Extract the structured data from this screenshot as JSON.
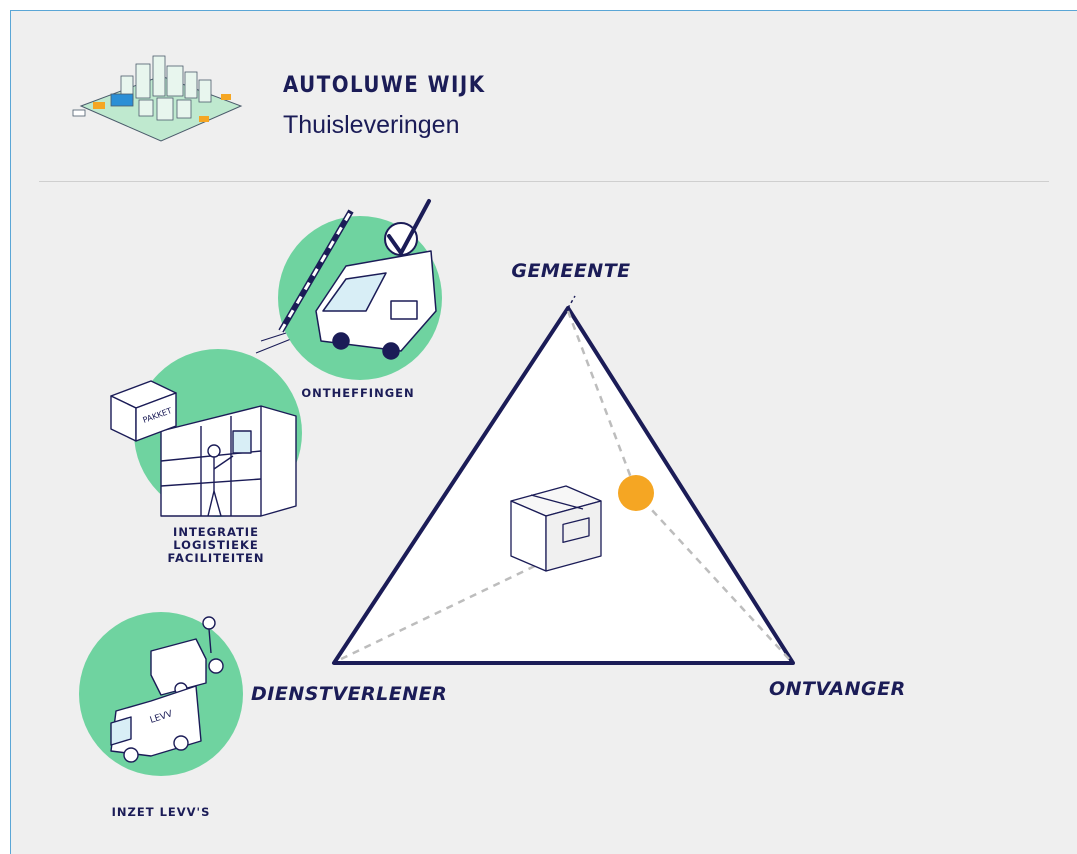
{
  "header": {
    "title": "AUTOLUWE WIJK",
    "subtitle": "Thuisleveringen"
  },
  "diagram": {
    "vertices": {
      "top": "GEMEENTE",
      "bottom_left": "DIENSTVERLENER",
      "bottom_right": "ONTVANGER"
    },
    "measures": {
      "exemptions": "ONTHEFFINGEN",
      "facilities_line1": "INTEGRATIE",
      "facilities_line2": "LOGISTIEKE",
      "facilities_line3": "FACILITEITEN",
      "levv": "INZET LEVV'S"
    },
    "illustration_text": {
      "parcel": "PAKKET",
      "vehicle": "LEVV"
    },
    "colors": {
      "navy": "#1b1c57",
      "green": "#6fd3a0",
      "orange": "#f5a623"
    }
  }
}
